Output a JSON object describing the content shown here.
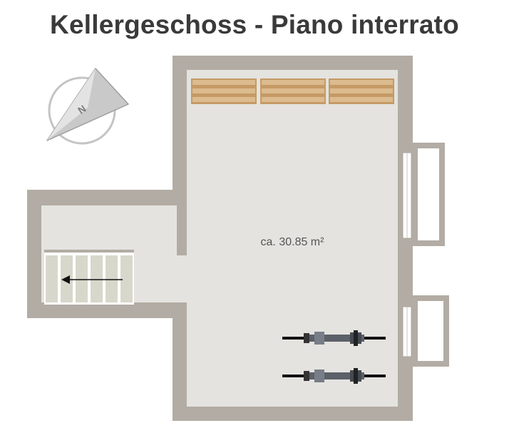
{
  "title": "Kellergeschoss - Piano interrato",
  "area_label": "ca. 30.85 m²",
  "compass": {
    "letter": "N"
  },
  "colors": {
    "wall": "#b2aca4",
    "floor": "#e4e3df",
    "pallet_wood": "#d6b489",
    "stair": "#d5d4c8",
    "text": "#3a3a3a"
  },
  "icons": [
    "compass-icon",
    "pallet-icon",
    "bicycle-icon",
    "stair-arrow-icon"
  ]
}
